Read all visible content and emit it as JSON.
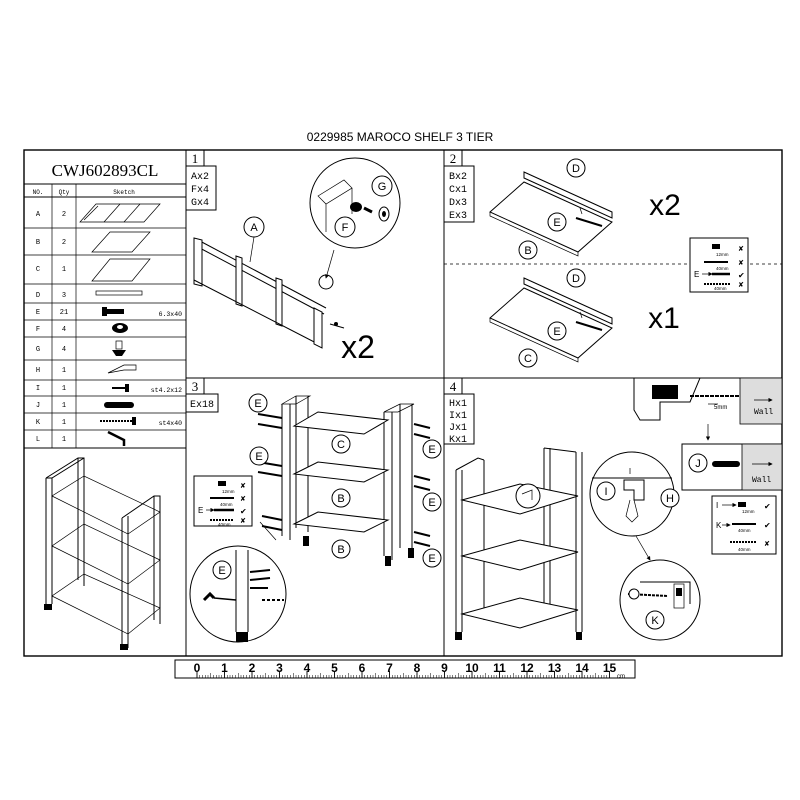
{
  "header": {
    "code": "0229985",
    "title": "MAROCO SHELF 3 TIER"
  },
  "parts_table": {
    "model": "CWJ602893CL",
    "col_no": "NO.",
    "col_qty": "Qty",
    "col_sketch": "Sketch",
    "rows": [
      {
        "no": "A",
        "qty": "2",
        "spec": ""
      },
      {
        "no": "B",
        "qty": "2",
        "spec": ""
      },
      {
        "no": "C",
        "qty": "1",
        "spec": ""
      },
      {
        "no": "D",
        "qty": "3",
        "spec": ""
      },
      {
        "no": "E",
        "qty": "21",
        "spec": "6.3x40"
      },
      {
        "no": "F",
        "qty": "4",
        "spec": ""
      },
      {
        "no": "G",
        "qty": "4",
        "spec": ""
      },
      {
        "no": "H",
        "qty": "1",
        "spec": ""
      },
      {
        "no": "I",
        "qty": "1",
        "spec": "st4.2x12"
      },
      {
        "no": "J",
        "qty": "1",
        "spec": ""
      },
      {
        "no": "K",
        "qty": "1",
        "spec": "st4x40"
      },
      {
        "no": "L",
        "qty": "1",
        "spec": ""
      }
    ]
  },
  "steps": [
    {
      "number": "1",
      "parts": [
        "Ax2",
        "Fx4",
        "Gx4"
      ],
      "multiplier": "x2",
      "callouts": {
        "a": "A",
        "f": "F",
        "g": "G"
      }
    },
    {
      "number": "2",
      "parts": [
        "Bx2",
        "Cx1",
        "Dx3",
        "Ex3"
      ],
      "multiplier_top": "x2",
      "multiplier_bottom": "x1",
      "callouts": {
        "d": "D",
        "e": "E",
        "b": "B",
        "c": "C"
      }
    },
    {
      "number": "3",
      "parts": [
        "Ex18"
      ],
      "callouts": {
        "e": "E",
        "c": "C",
        "b": "B"
      }
    },
    {
      "number": "4",
      "parts": [
        "Hx1",
        "Ix1",
        "Jx1",
        "Kx1"
      ],
      "callouts": {
        "i": "I",
        "h": "H",
        "j": "J",
        "k": "K"
      }
    }
  ],
  "screw_guide": {
    "len_12": "12mm",
    "len_40": "40mm",
    "label_e": "E",
    "label_i": "I",
    "label_k": "K"
  },
  "wall": {
    "label": "Wall",
    "depth": "5mm"
  },
  "ruler": {
    "ticks": [
      "0",
      "1",
      "2",
      "3",
      "4",
      "5",
      "6",
      "7",
      "8",
      "9",
      "10",
      "11",
      "12",
      "13",
      "14",
      "15"
    ],
    "unit": "cm"
  }
}
